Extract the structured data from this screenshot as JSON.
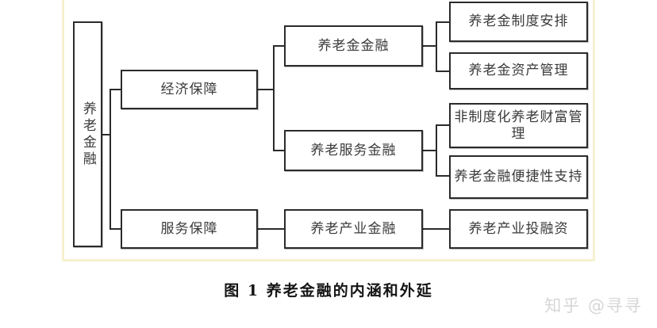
{
  "figure": {
    "caption": "图 1  养老金融的内涵和外延",
    "frame_color": "#f6f1cf",
    "box_border_color": "#2b2b2b",
    "text_color": "#3a3a3a",
    "background": "#ffffff"
  },
  "diagram": {
    "type": "tree",
    "root": {
      "label": "养老金融",
      "orientation": "vertical"
    },
    "branches": [
      {
        "label": "经济保障",
        "children": [
          {
            "label": "养老金金融",
            "children": [
              {
                "label": "养老金制度安排"
              },
              {
                "label": "养老金资产管理"
              }
            ]
          },
          {
            "label": "养老服务金融",
            "children": [
              {
                "label": "非制度化养老财富管理"
              },
              {
                "label": "养老金融便捷性支持"
              }
            ]
          }
        ]
      },
      {
        "label": "服务保障",
        "children": [
          {
            "label": "养老产业金融",
            "children": [
              {
                "label": "养老产业投融资"
              }
            ]
          }
        ]
      }
    ],
    "nodes": {
      "root": "养老金融",
      "economic_security": "经济保障",
      "service_security": "服务保障",
      "pension_finance": "养老金金融",
      "elderly_service_finance": "养老服务金融",
      "elderly_industry_finance": "养老产业金融",
      "pension_system_arrangement": "养老金制度安排",
      "pension_asset_management": "养老金资产管理",
      "non_institutional_wealth": "非制度化养老财富管理",
      "pension_finance_convenience": "养老金融便捷性支持",
      "industry_investment_financing": "养老产业投融资"
    }
  },
  "watermark": {
    "text": "知乎 @寻寻"
  }
}
